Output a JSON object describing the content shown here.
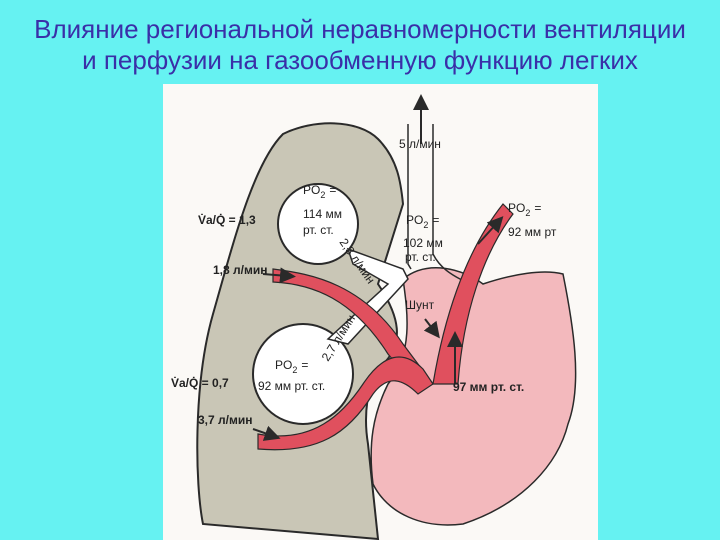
{
  "title": {
    "line1": "Влияние региональной неравномерности вентиляции",
    "line2": "и перфузии на газообменную функцию легких"
  },
  "diagram": {
    "outflow_flow": "5 л/мин",
    "upper_alveolus": {
      "po2_label": "PO",
      "po2_sub": "2",
      "po2_eq": "=",
      "po2_value": "114 мм",
      "po2_unit": "рт. ст.",
      "vq_label": "V̇a/Q̇ = 1,3",
      "perfusion": "1,8 л/мин",
      "ventilation": "2,3 л/мин"
    },
    "lower_alveolus": {
      "po2_label": "PO",
      "po2_sub": "2",
      "po2_eq": "=",
      "po2_value": "92 мм рт. ст.",
      "vq_label": "V̇a/Q̇ = 0,7",
      "perfusion": "3,7 л/мин",
      "ventilation": "2,7 л/мин"
    },
    "mixed_vein": {
      "po2_label": "PO",
      "po2_sub": "2",
      "po2_eq": "=",
      "po2_value": "102 мм",
      "po2_unit": "рт. ст."
    },
    "shunt_label": "Шунт",
    "arterial": {
      "po2_label": "PO",
      "po2_sub": "2",
      "po2_eq": "=",
      "po2_value": "92 мм рт"
    },
    "heart_po2": "97 мм рт. ст.",
    "colors": {
      "background": "#66F2F2",
      "title": "#3A2FA8",
      "lung_fill": "#C9C6B6",
      "heart_fill": "#F3B9BD",
      "vessel_fill": "#E0505E",
      "outline": "#2A2A2A"
    }
  }
}
